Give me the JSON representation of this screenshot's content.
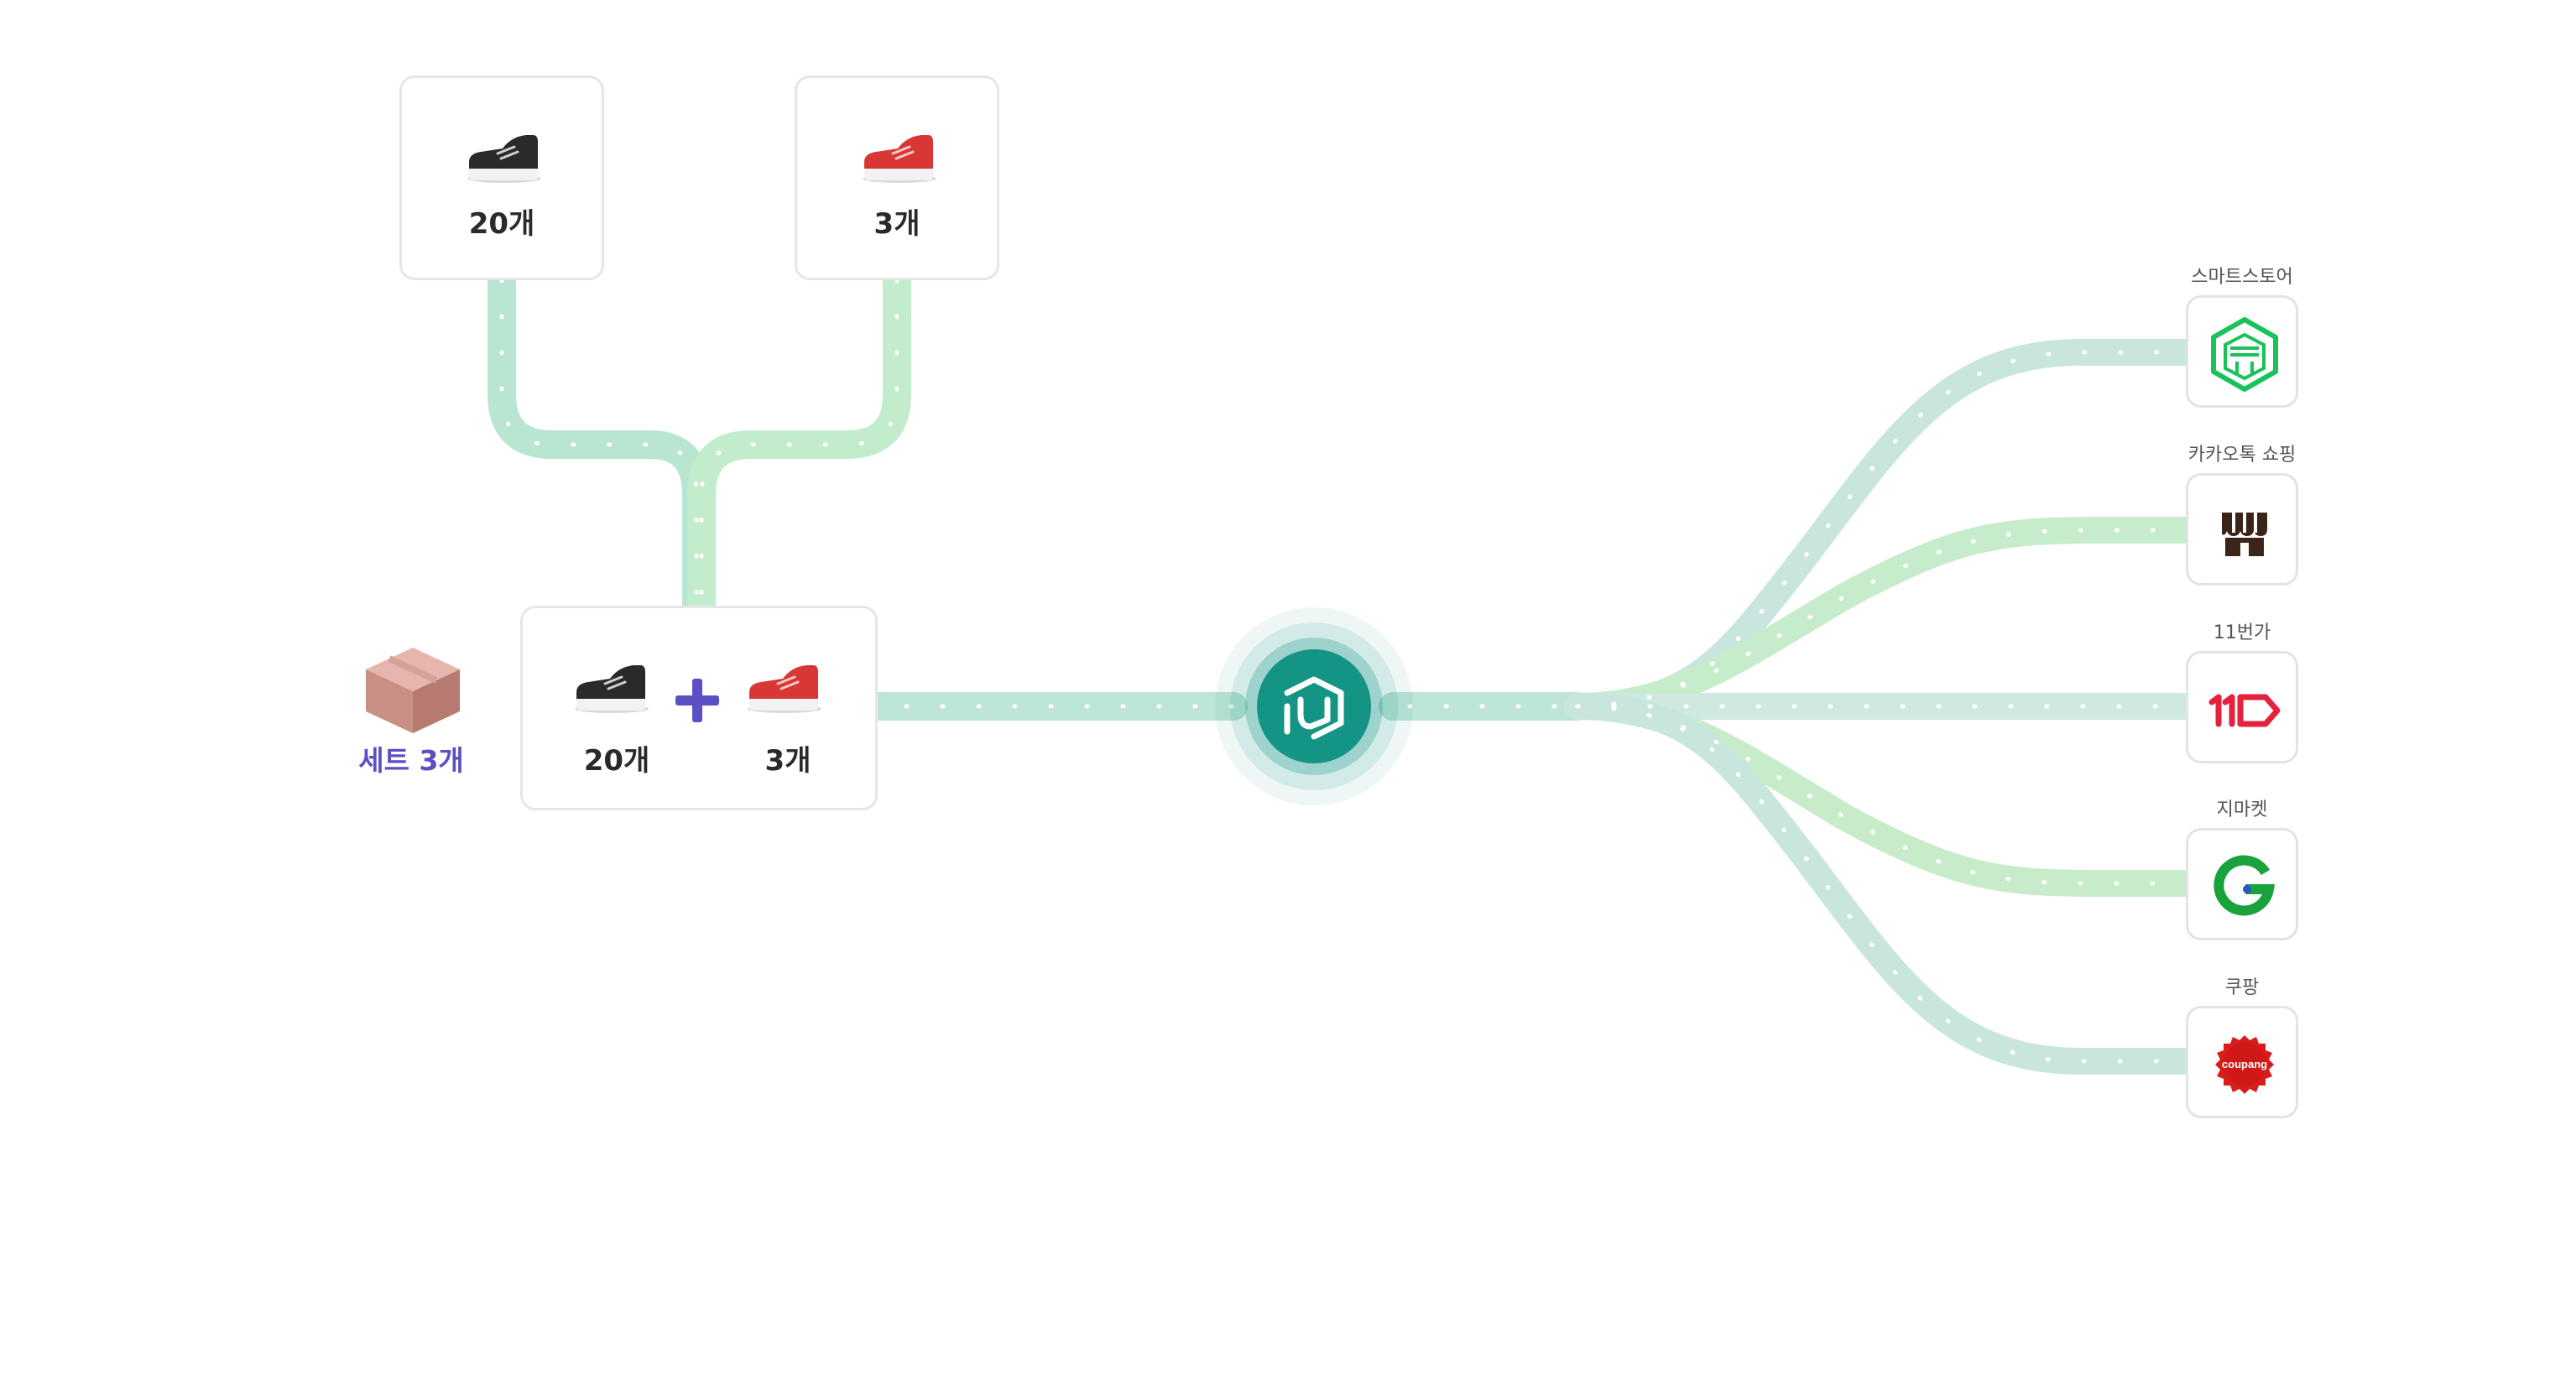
{
  "sources": [
    {
      "shoe": "black-sneaker-icon",
      "quantity": "20개"
    },
    {
      "shoe": "red-sneaker-icon",
      "quantity": "3개"
    }
  ],
  "bundle": {
    "items": [
      {
        "shoe": "black-sneaker-icon",
        "quantity": "20개"
      },
      {
        "shoe": "red-sneaker-icon",
        "quantity": "3개"
      }
    ],
    "operator": "+",
    "package_icon": "box-icon",
    "set_label": "세트 3개"
  },
  "hub": {
    "icon": "hub-logo-icon",
    "color": "#149484"
  },
  "channels": [
    {
      "label": "스마트스토어",
      "icon": "smartstore-icon"
    },
    {
      "label": "카카오톡 쇼핑",
      "icon": "kakao-shopping-icon"
    },
    {
      "label": "11번가",
      "icon": "11st-icon"
    },
    {
      "label": "지마켓",
      "icon": "gmarket-icon"
    },
    {
      "label": "쿠팡",
      "icon": "coupang-icon",
      "logo_text": "coupang"
    }
  ],
  "colors": {
    "road_green": "#b9e8cf",
    "road_teal": "#c6e6df",
    "accent_purple": "#5b4fc4",
    "smartstore": "#19c35b",
    "kakao": "#3b2418",
    "elevenst": "#e5213d",
    "gmarket": "#1aa33c",
    "coupang": "#d91d1d"
  }
}
